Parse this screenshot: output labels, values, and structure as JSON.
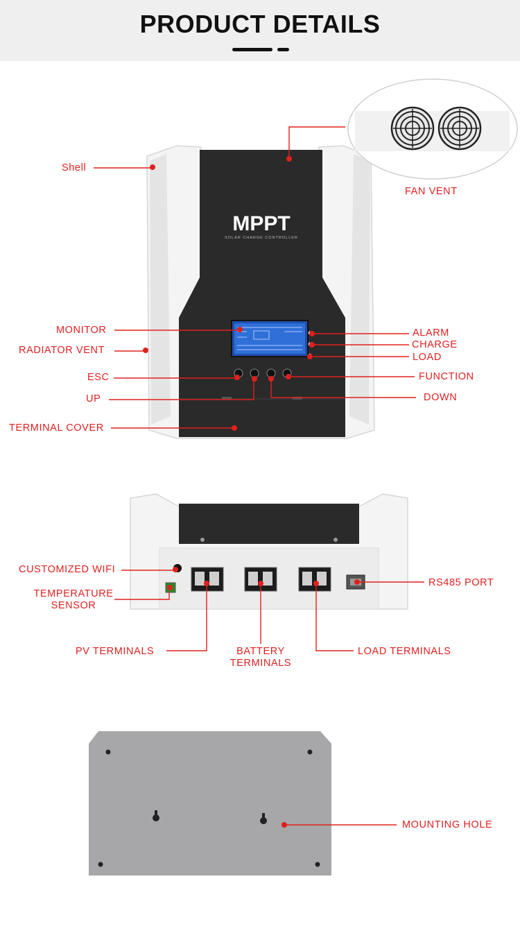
{
  "header": {
    "title": "PRODUCT DETAILS"
  },
  "device": {
    "logo": "MPPT",
    "sublogo": "SOLAR CHARGE CONTROLLER"
  },
  "labels": {
    "shell": "Shell",
    "fan_vent": "FAN VENT",
    "monitor": "MONITOR",
    "radiator_vent": "RADIATOR VENT",
    "esc": "ESC",
    "up": "UP",
    "terminal_cover": "TERMINAL COVER",
    "alarm": "ALARM",
    "charge": "CHARGE",
    "load": "LOAD",
    "function": "FUNCTION",
    "down": "DOWN",
    "customized_wifi": "CUSTOMIZED WIFI",
    "temperature_sensor_1": "TEMPERATURE",
    "temperature_sensor_2": "SENSOR",
    "rs485_port": "RS485 PORT",
    "pv_terminals": "PV TERMINALS",
    "battery_terminals_1": "BATTERY",
    "battery_terminals_2": "TERMINALS",
    "load_terminals": "LOAD TERMINALS",
    "mounting_hole": "MOUNTING HOLE"
  },
  "colors": {
    "accent": "#e0201c",
    "header_bg": "#efefef",
    "panel_dark": "#2a2a2a",
    "lcd": "#2f6fd8"
  }
}
